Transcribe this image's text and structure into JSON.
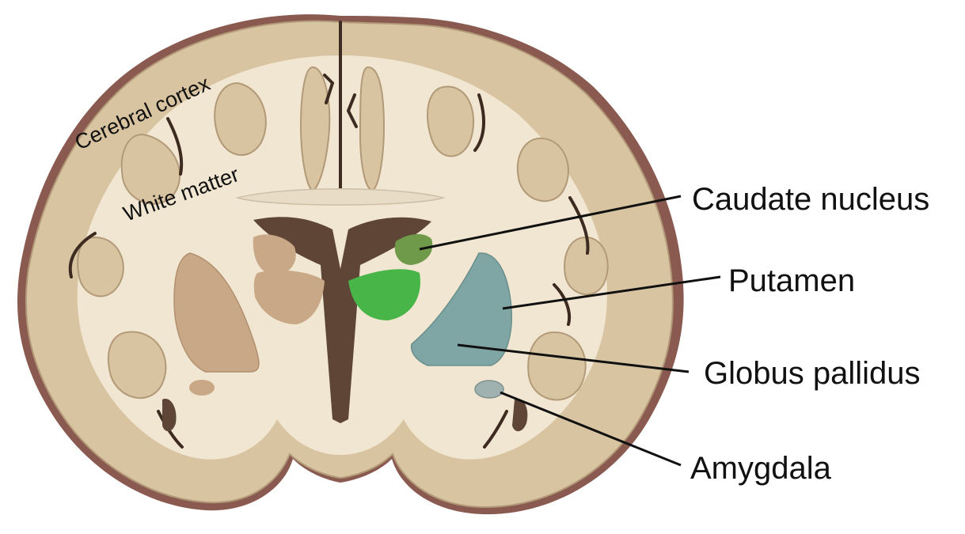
{
  "labels": {
    "cortex": "Cerebral cortex",
    "white_matter": "White matter",
    "caudate": "Caudate nucleus",
    "putamen": "Putamen",
    "globus": "Globus pallidus",
    "amygdala": "Amygdala"
  },
  "colors": {
    "cortex_rim": "#8a5a50",
    "gray_matter": "#d9c4a1",
    "white_matter": "#f1e6d1",
    "sulcus": "#3d2a20",
    "ventricle": "#5e4535",
    "caudate_highlight": "#6f9a4a",
    "globus_highlight": "#48b548",
    "putamen_highlight": "#7fa6a4",
    "amygdala_highlight": "#9fb2b0",
    "striatum_tan": "#c8a886"
  }
}
